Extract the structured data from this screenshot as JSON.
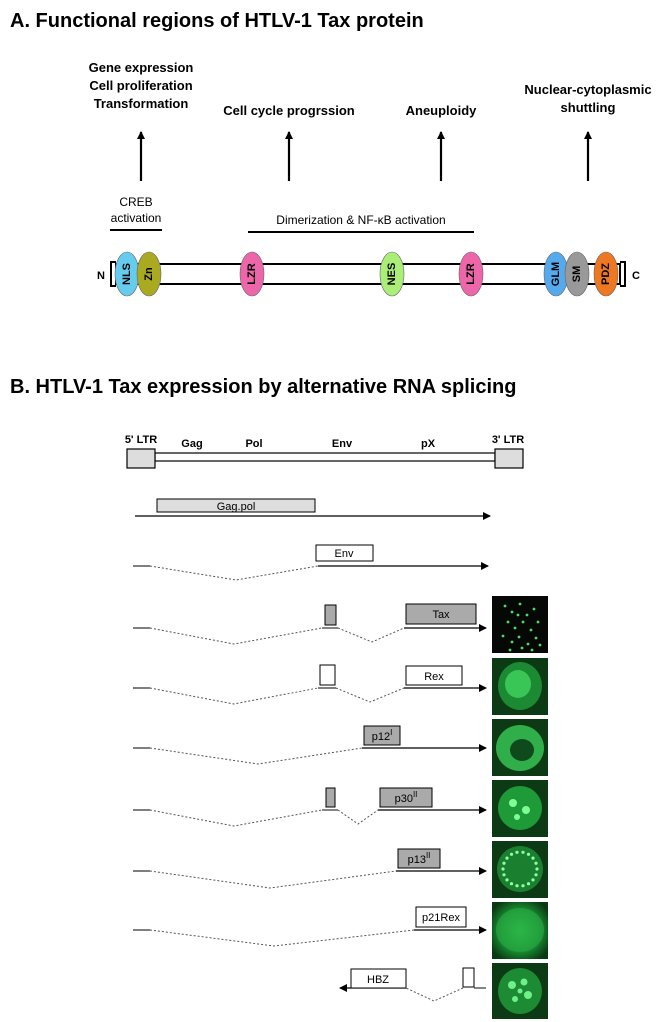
{
  "panel_a": {
    "title": "A. Functional regions of HTLV-1 Tax protein",
    "functions": [
      {
        "lines": [
          "Gene expression",
          "Cell proliferation",
          "Transformation"
        ]
      },
      {
        "lines": [
          "Cell cycle progrssion"
        ]
      },
      {
        "lines": [
          "Aneuploidy"
        ]
      },
      {
        "lines": [
          "Nuclear-cytoplasmic",
          "shuttling"
        ]
      }
    ],
    "regions": {
      "creb": [
        "CREB",
        "activation"
      ],
      "dimerization": "Dimerization & NF-κB activation"
    },
    "termini": {
      "n": "N",
      "c": "C"
    },
    "domains": [
      {
        "label": "NLS",
        "color": "#66ccee"
      },
      {
        "label": "Zn",
        "color": "#aaaa22"
      },
      {
        "label": "LZR",
        "color": "#ee66aa"
      },
      {
        "label": "NES",
        "color": "#aaee77"
      },
      {
        "label": "LZR",
        "color": "#ee66aa"
      },
      {
        "label": "GLM",
        "color": "#55aaee"
      },
      {
        "label": "SM",
        "color": "#999999"
      },
      {
        "label": "PDZ",
        "color": "#ee7722"
      }
    ]
  },
  "panel_b": {
    "title": "B. HTLV-1 Tax expression by alternative RNA splicing",
    "genome": {
      "ltr5": "5' LTR",
      "ltr3": "3' LTR",
      "genes": [
        "Gag",
        "Pol",
        "Env",
        "pX"
      ]
    },
    "transcripts": [
      {
        "label": "Gag.pol",
        "sup": "",
        "shaded": true
      },
      {
        "label": "Env",
        "sup": "",
        "shaded": false
      },
      {
        "label": "Tax",
        "sup": "",
        "shaded": true
      },
      {
        "label": "Rex",
        "sup": "",
        "shaded": false
      },
      {
        "label": "p12",
        "sup": "I",
        "shaded": true
      },
      {
        "label": "p30",
        "sup": "II",
        "shaded": true
      },
      {
        "label": "p13",
        "sup": "II",
        "shaded": true
      },
      {
        "label": "p21Rex",
        "sup": "",
        "shaded": false
      },
      {
        "label": "HBZ",
        "sup": "",
        "shaded": false
      }
    ]
  }
}
